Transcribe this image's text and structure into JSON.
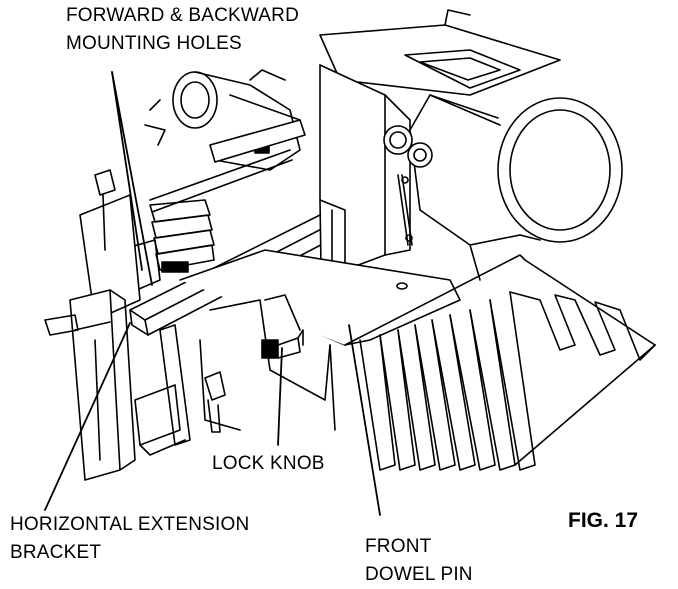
{
  "figure": {
    "label": "FIG. 17"
  },
  "callouts": {
    "mounting_holes": [
      "FORWARD & BACKWARD",
      "MOUNTING HOLES"
    ],
    "lock_knob": "LOCK KNOB",
    "extension_bracket": [
      "HORIZONTAL EXTENSION",
      "BRACKET"
    ],
    "dowel_pin": [
      "FRONT",
      "DOWEL PIN"
    ]
  },
  "colors": {
    "ink": "#000000",
    "paper": "#ffffff"
  }
}
